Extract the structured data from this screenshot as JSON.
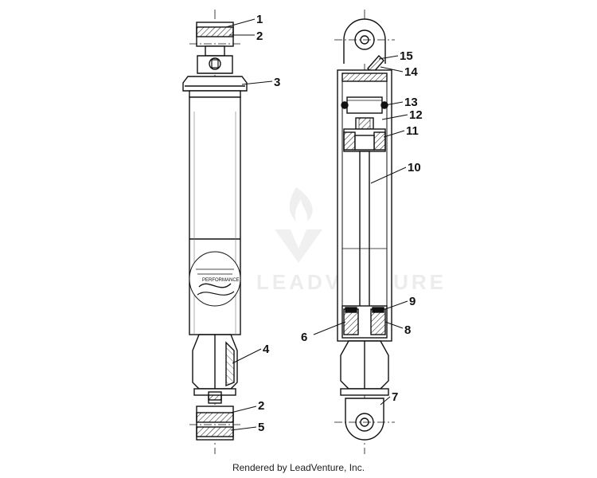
{
  "watermark": {
    "text": "LEADVENTURE"
  },
  "footer": {
    "text": "Rendered by LeadVenture, Inc."
  },
  "callouts": {
    "c1": "1",
    "c2a": "2",
    "c3": "3",
    "c4": "4",
    "c2b": "2",
    "c5": "5",
    "c6": "6",
    "c7": "7",
    "c8": "8",
    "c9": "9",
    "c10": "10",
    "c11": "11",
    "c12": "12",
    "c13": "13",
    "c14": "14",
    "c15": "15"
  }
}
